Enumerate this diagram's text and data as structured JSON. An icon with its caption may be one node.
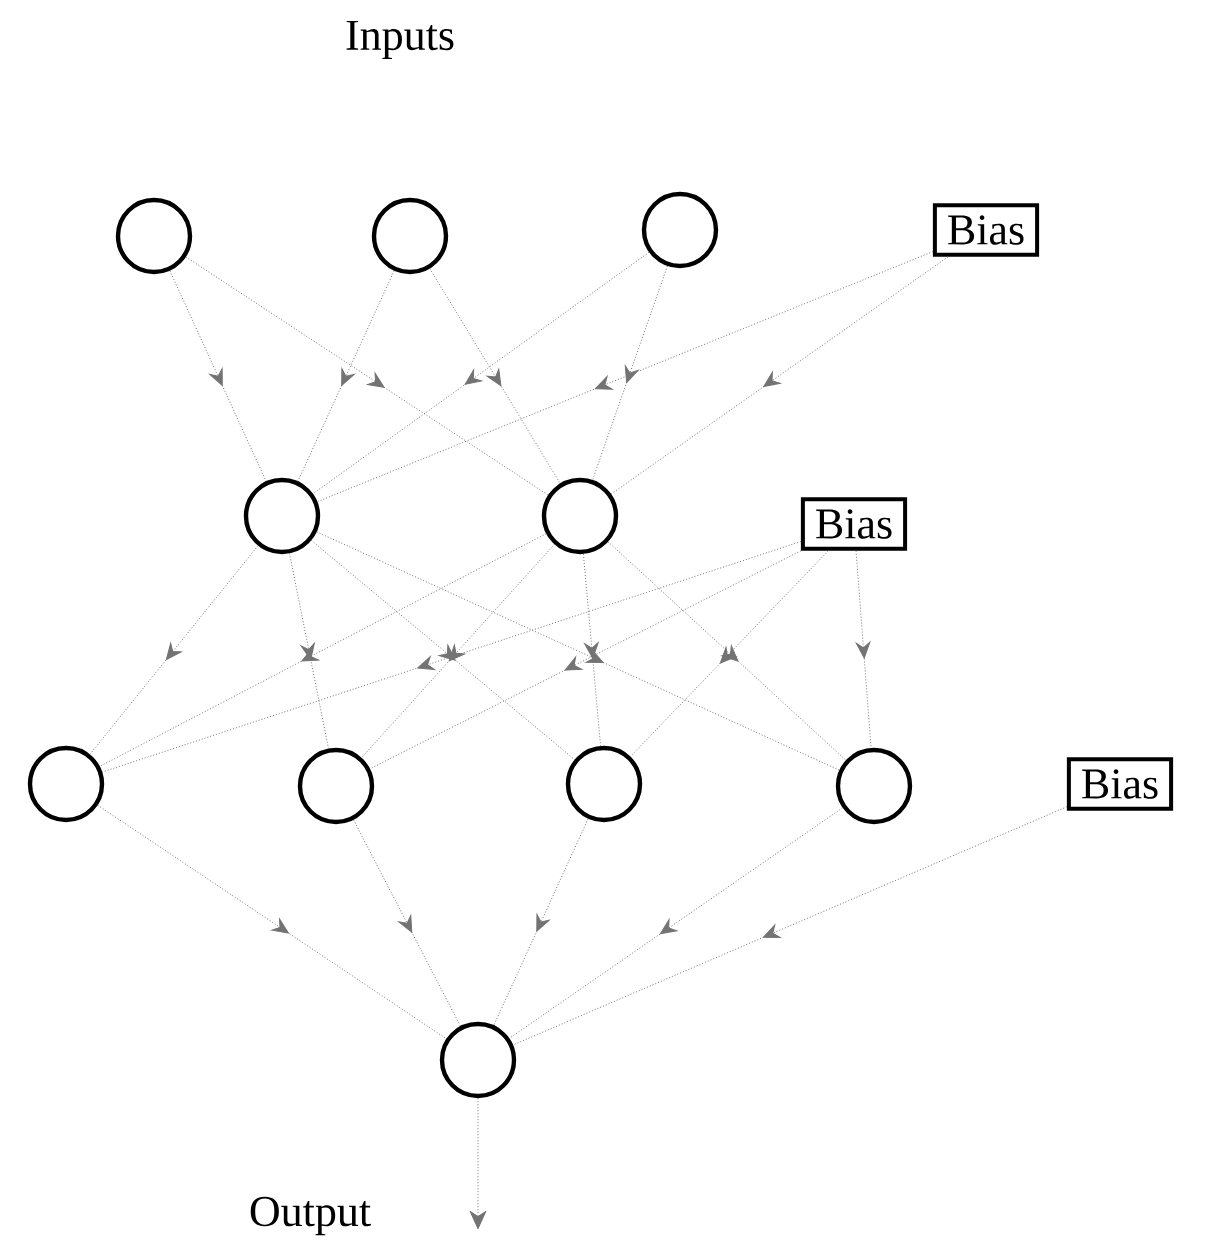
{
  "diagram": {
    "title": "Inputs",
    "nodes": [
      {
        "text": [],
        "shape": "circle"
      },
      {
        "text": [],
        "shape": "circle"
      },
      {
        "text": [],
        "shape": "circle"
      },
      {
        "text": [
          "Bias"
        ]
      },
      {
        "text": [],
        "shape": "circle"
      },
      {
        "text": [],
        "shape": "circle"
      },
      {
        "text": [
          "Bias"
        ]
      },
      {
        "text": [],
        "shape": "circle"
      },
      {
        "text": [],
        "shape": "circle"
      },
      {
        "text": [],
        "shape": "circle"
      },
      {
        "text": [],
        "shape": "circle"
      },
      {
        "text": [
          "Bias"
        ]
      },
      {
        "text": [],
        "shape": "circle"
      }
    ],
    "edges": [
      {
        "from": 0,
        "to": 4,
        "arrow": "to"
      },
      {
        "from": 0,
        "to": 5,
        "arrow": "to"
      },
      {
        "from": 1,
        "to": 4,
        "arrow": "to"
      },
      {
        "from": 1,
        "to": 5,
        "arrow": "to"
      },
      {
        "from": 2,
        "to": 4,
        "arrow": "to"
      },
      {
        "from": 2,
        "to": 5,
        "arrow": "to"
      },
      {
        "from": 3,
        "to": 4,
        "arrow": "to"
      },
      {
        "from": 3,
        "to": 5,
        "arrow": "to"
      },
      {
        "from": 4,
        "to": 7,
        "arrow": "to"
      },
      {
        "from": 4,
        "to": 8,
        "arrow": "to"
      },
      {
        "from": 4,
        "to": 9,
        "arrow": "to"
      },
      {
        "from": 4,
        "to": 10,
        "arrow": "to"
      },
      {
        "from": 5,
        "to": 7,
        "arrow": "to"
      },
      {
        "from": 5,
        "to": 8,
        "arrow": "to"
      },
      {
        "from": 5,
        "to": 9,
        "arrow": "to"
      },
      {
        "from": 5,
        "to": 10,
        "arrow": "to"
      },
      {
        "from": 6,
        "to": 7,
        "arrow": "to"
      },
      {
        "from": 6,
        "to": 8,
        "arrow": "to"
      },
      {
        "from": 6,
        "to": 9,
        "arrow": "to"
      },
      {
        "from": 6,
        "to": 10,
        "arrow": "to"
      },
      {
        "from": 7,
        "to": 12,
        "arrow": "to"
      },
      {
        "from": 8,
        "to": 12,
        "arrow": "to"
      },
      {
        "from": 9,
        "to": 12,
        "arrow": "to"
      },
      {
        "from": 10,
        "to": 12,
        "arrow": "to"
      },
      {
        "from": 11,
        "to": 12,
        "arrow": "to"
      },
      {
        "from": 12,
        "to": null,
        "arrow": "to"
      }
    ],
    "labels": [
      "Output"
    ]
  }
}
